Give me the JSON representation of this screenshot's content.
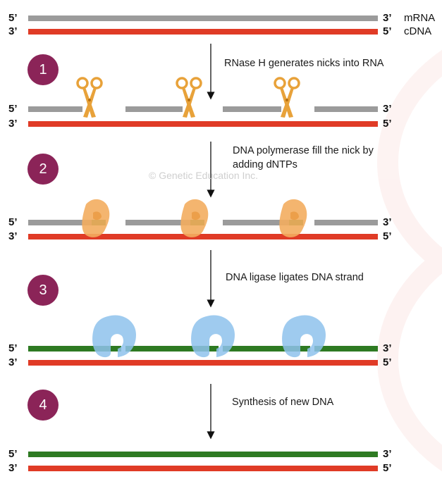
{
  "header": {
    "top_strand_left": "5’",
    "top_strand_right": "3’",
    "top_strand_name": "mRNA",
    "bottom_strand_left": "3’",
    "bottom_strand_right": "5’",
    "bottom_strand_name": "cDNA"
  },
  "watermark": "© Genetic Education Inc.",
  "steps": [
    {
      "number": "1",
      "text": "RNase H generates nicks into RNA"
    },
    {
      "number": "2",
      "text": "DNA polymerase fill the nick by adding dNTPs"
    },
    {
      "number": "3",
      "text": "DNA ligase ligates DNA strand"
    },
    {
      "number": "4",
      "text": "Synthesis of new DNA"
    }
  ],
  "end_labels": {
    "five": "5’",
    "three": "3’"
  },
  "colors": {
    "rna_strand": "#9b9b9b",
    "cdna_strand": "#e03b26",
    "dna_strand": "#2e7a22",
    "scissors": "#e8a23a",
    "polymerase": "#f3ad5f",
    "ligase": "#8ec2ec",
    "badge": "#8b2458"
  },
  "icons": [
    "scissors-icon",
    "dna-polymerase-icon",
    "dna-ligase-icon",
    "down-arrow-icon"
  ]
}
